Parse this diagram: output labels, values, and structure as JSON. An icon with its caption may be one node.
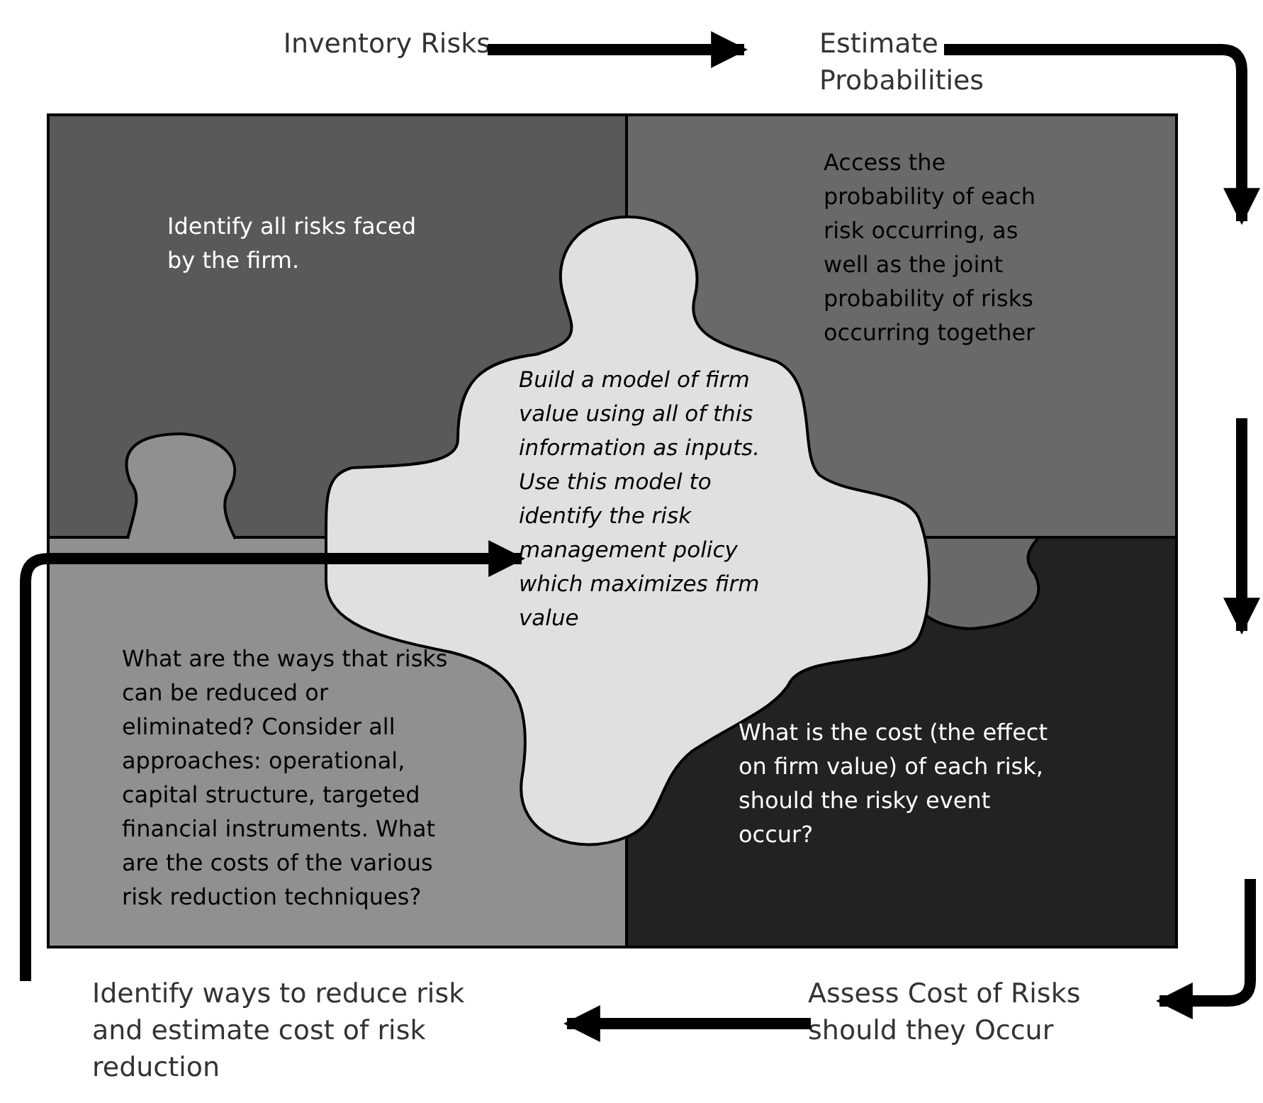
{
  "diagram": {
    "nodes": [
      {
        "text": [
          "Inventory Risks"
        ]
      },
      {
        "text": [
          "Estimate Probabilities"
        ]
      },
      {
        "text": [
          "Identify all risks faced by the firm."
        ]
      },
      {
        "text": [
          "Access the probability of each risk occurring, as well as the joint probability of risks occurring together"
        ]
      },
      {
        "text": [
          "Build a model of firm value using all of this information as inputs. Use this model to identify the risk management policy which maximizes firm value"
        ]
      },
      {
        "text": [
          "What are the ways that risks can be reduced or eliminated? Consider all approaches: operational, capital structure, targeted financial instruments. What are the costs of the various risk reduction techniques?"
        ]
      },
      {
        "text": [
          "What is the cost (the effect on firm value) of each risk, should the risky event occur?"
        ]
      },
      {
        "text": [
          "Identify ways to reduce risk and estimate cost of risk reduction"
        ]
      },
      {
        "text": [
          "Assess Cost of Risks should they Occur"
        ]
      }
    ],
    "edges": [
      {
        "from": 0,
        "to": 1,
        "arrow": "to"
      },
      {
        "from": 1,
        "to": null,
        "arrow": "to"
      },
      {
        "from": null,
        "to": 8,
        "arrow": "to"
      },
      {
        "from": 8,
        "to": 7,
        "arrow": "to"
      },
      {
        "from": 7,
        "to": 4,
        "arrow": "to"
      }
    ]
  }
}
